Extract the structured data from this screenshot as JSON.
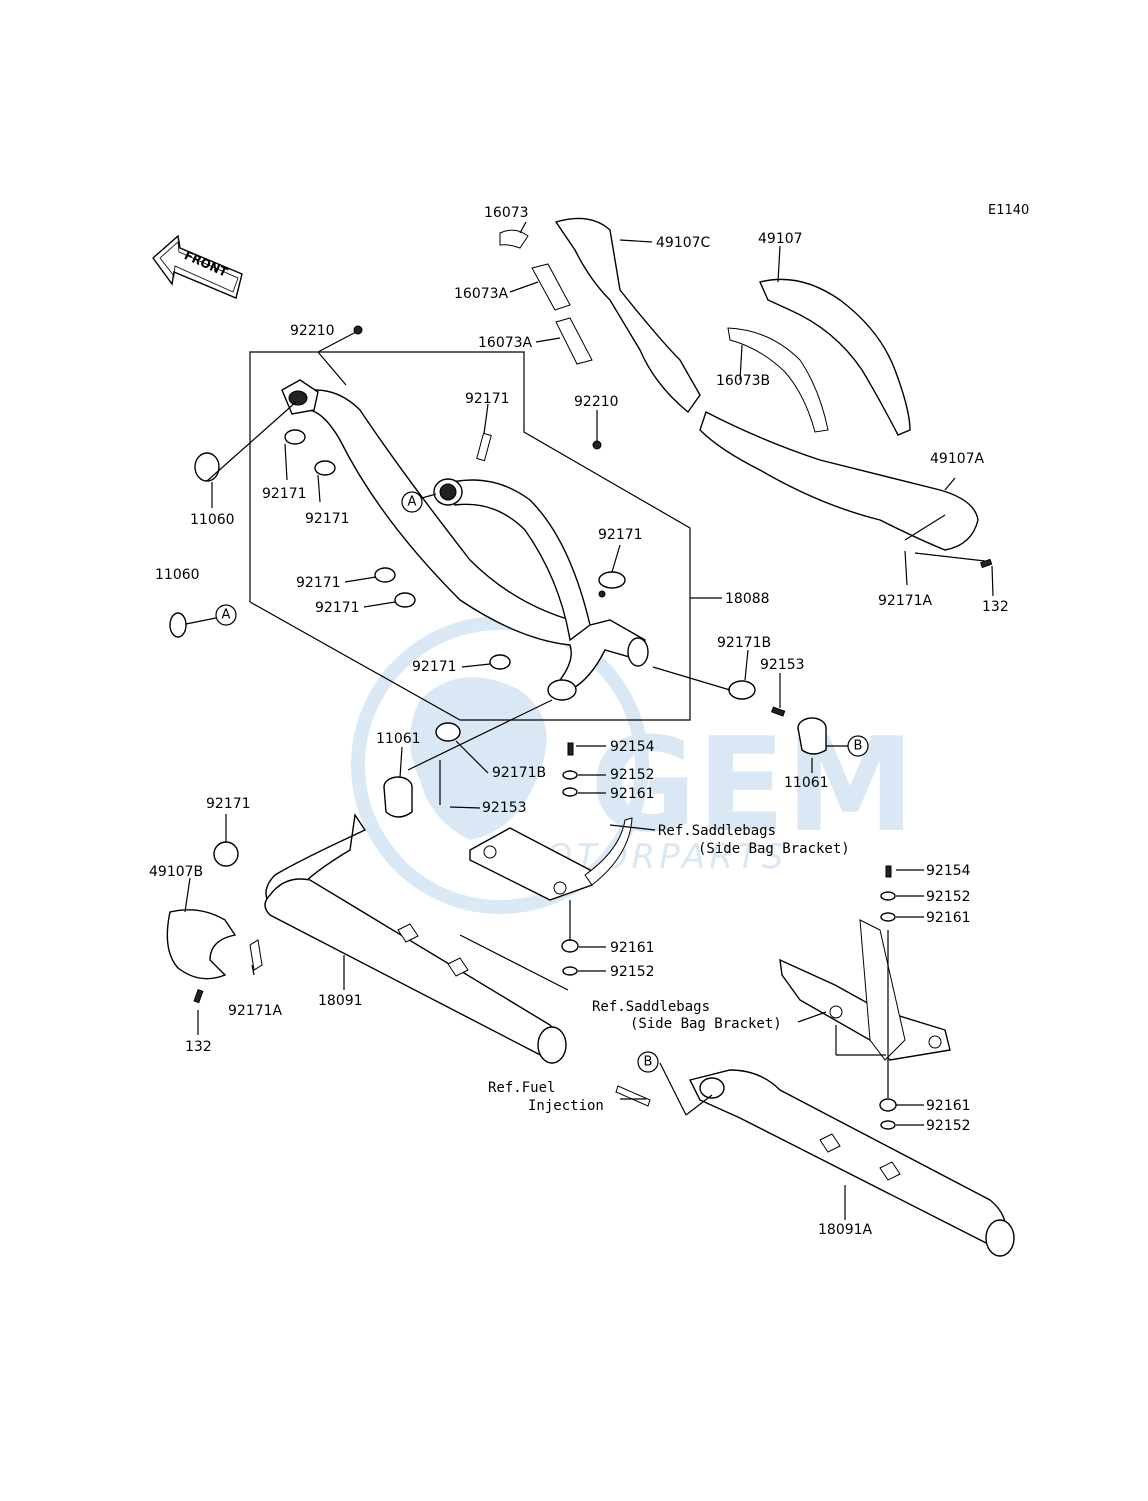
{
  "diagram_code": "E1140",
  "front_marker": "FRONT",
  "watermark": {
    "main": "GEM",
    "sub": "MOTORPARTS"
  },
  "callouts": {
    "a": "A",
    "b": "B"
  },
  "parts": {
    "p16073": "16073",
    "p49107C": "49107C",
    "p16073A_1": "16073A",
    "p16073A_2": "16073A",
    "p49107": "49107",
    "p16073B": "16073B",
    "p92210_1": "92210",
    "p92210_2": "92210",
    "p92171_top": "92171",
    "p92171_a": "92171",
    "p92171_b": "92171",
    "p11060_1": "11060",
    "p11060_2": "11060",
    "p49107A": "49107A",
    "p92171A_r": "92171A",
    "p132_r": "132",
    "p92171_c": "92171",
    "p92171_d": "92171",
    "p92171_e": "92171",
    "p18088": "18088",
    "p92171_f": "92171",
    "p92171B_r": "92171B",
    "p92153_r": "92153",
    "p11061_r": "11061",
    "p11061_l": "11061",
    "p92154_1": "92154",
    "p92152_1": "92152",
    "p92161_1": "92161",
    "p92171B_l": "92171B",
    "p92153_l": "92153",
    "p92171_g": "92171",
    "p49107B": "49107B",
    "p92161_2": "92161",
    "p92152_2": "92152",
    "p18091": "18091",
    "p92171A_l": "92171A",
    "p132_l": "132",
    "p92154_2": "92154",
    "p92152_3": "92152",
    "p92161_3": "92161",
    "p92161_4": "92161",
    "p92152_4": "92152",
    "p18091A": "18091A"
  },
  "refs": {
    "saddlebags_1_line1": "Ref.Saddlebags",
    "saddlebags_1_line2": "(Side Bag Bracket)",
    "saddlebags_2_line1": "Ref.Saddlebags",
    "saddlebags_2_line2": "(Side Bag Bracket)",
    "fuel_line1": "Ref.Fuel",
    "fuel_line2": "Injection"
  }
}
